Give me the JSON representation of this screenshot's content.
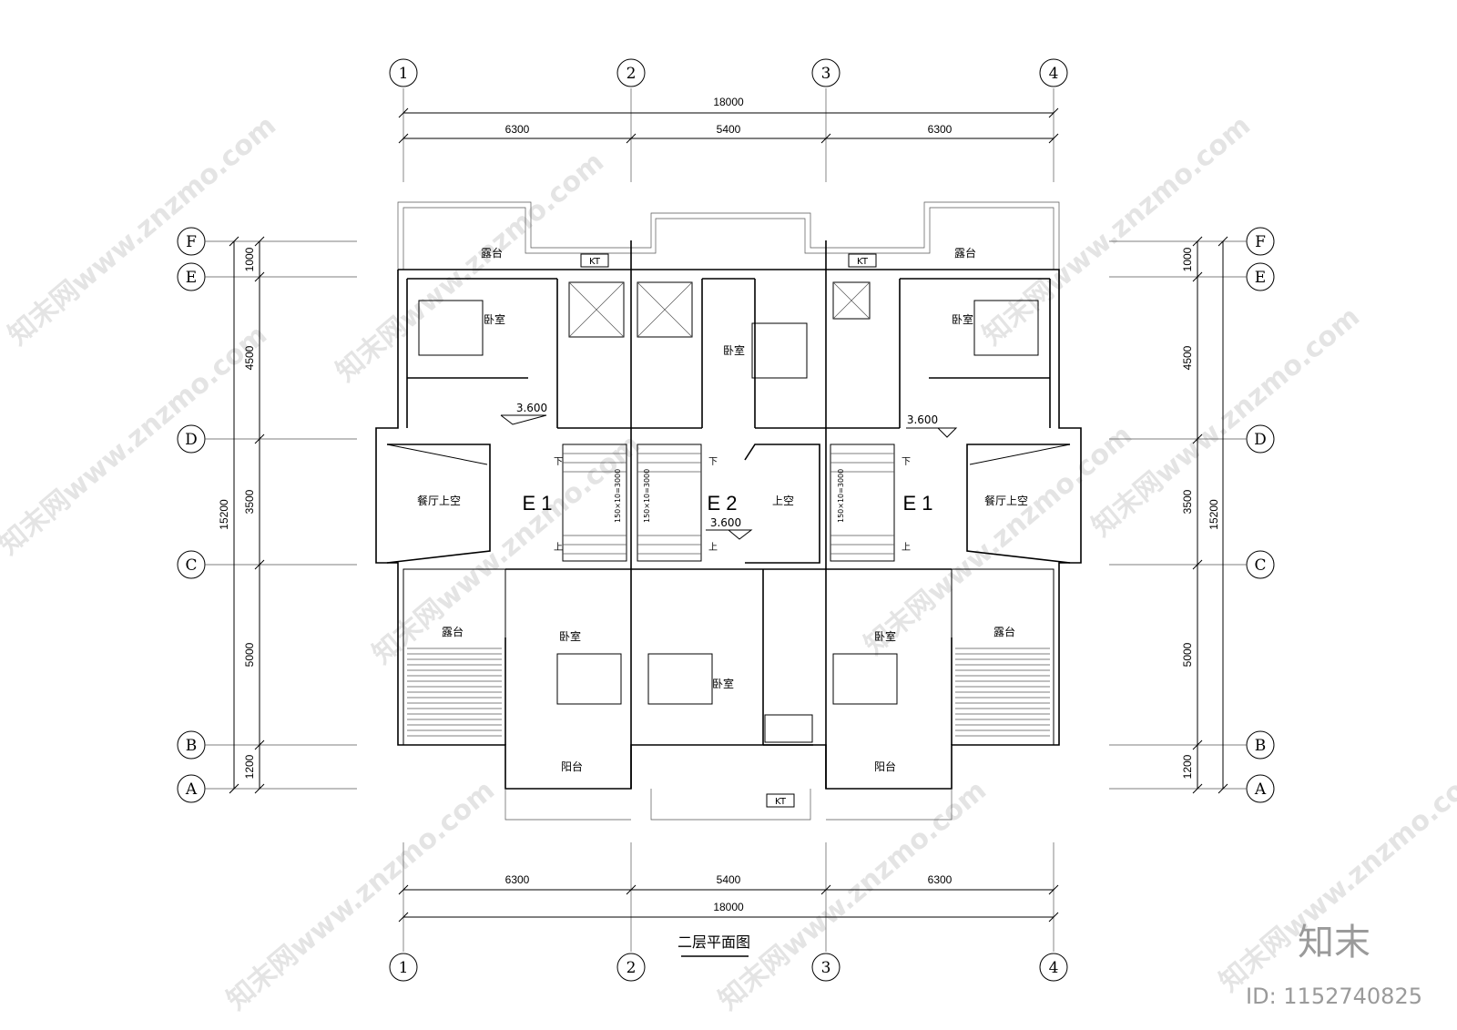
{
  "title": "二层平面图",
  "grid_columns": [
    "1",
    "2",
    "3",
    "4"
  ],
  "grid_rows": [
    "F",
    "E",
    "D",
    "C",
    "B",
    "A"
  ],
  "dimensions": {
    "total_width": "18000",
    "bays": [
      "6300",
      "5400",
      "6300"
    ],
    "total_depth": "15200",
    "row_spans": [
      "1000",
      "4500",
      "3500",
      "5000",
      "1200"
    ]
  },
  "rooms": {
    "terrace": "露台",
    "bedroom": "卧室",
    "dining_void": "餐厅上空",
    "void": "上空",
    "balcony": "阳台"
  },
  "elevation": "3.600",
  "units": {
    "e1": "E 1",
    "e2": "E 2"
  },
  "tags": {
    "kt": "KT",
    "down": "下",
    "up": "上"
  },
  "stair_note": "150×10=3000",
  "watermark": {
    "text": "知末网www.znzmo.com",
    "logo": "知末",
    "id": "ID: 1152740825"
  }
}
